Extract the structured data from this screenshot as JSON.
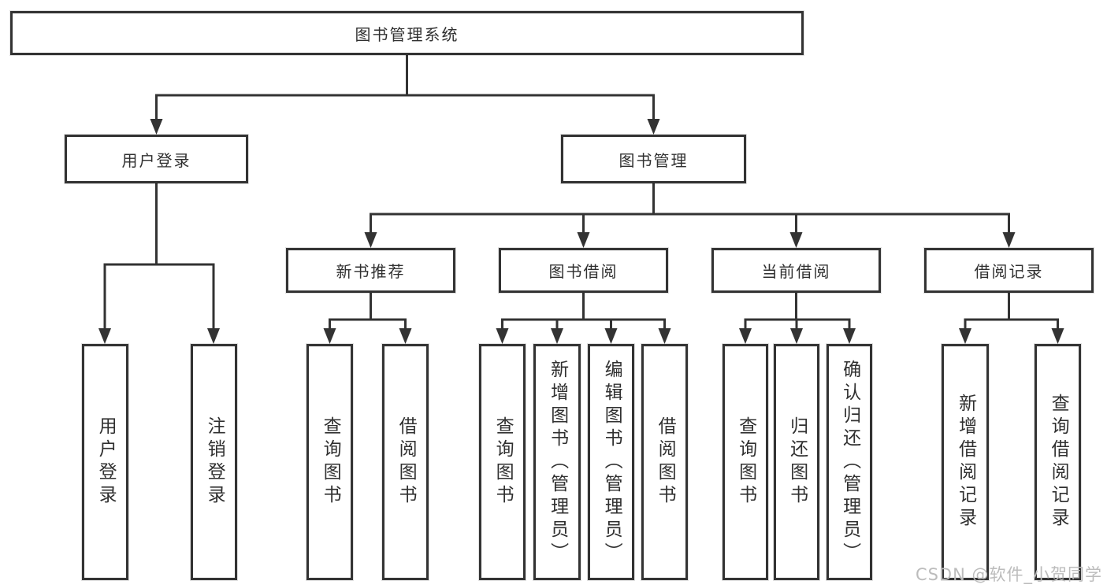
{
  "diagram": {
    "title": "图书管理系统",
    "watermark": "CSDN @软件_小贺同学",
    "colors": {
      "line": "#333333",
      "text": "#303030",
      "background": "#ffffff",
      "watermark": "#bcbcbc"
    },
    "nodes": {
      "root": {
        "label": "图书管理系统",
        "parent": null
      },
      "user-login": {
        "label": "用户登录",
        "parent": "root"
      },
      "book-management": {
        "label": "图书管理",
        "parent": "root"
      },
      "new-book-recommend": {
        "label": "新书推荐",
        "parent": "book-management"
      },
      "book-borrow": {
        "label": "图书借阅",
        "parent": "book-management"
      },
      "current-borrow": {
        "label": "当前借阅",
        "parent": "book-management"
      },
      "borrow-records": {
        "label": "借阅记录",
        "parent": "book-management"
      },
      "do-user-login": {
        "label": "用户登录",
        "parent": "user-login"
      },
      "logout": {
        "label": "注销登录",
        "parent": "user-login"
      },
      "query-book-recommend": {
        "label": "查询图书",
        "parent": "new-book-recommend"
      },
      "borrow-book-recommend": {
        "label": "借阅图书",
        "parent": "new-book-recommend"
      },
      "query-book-borrow": {
        "label": "查询图书",
        "parent": "book-borrow"
      },
      "add-book-admin": {
        "label": "新增图书（管理员）",
        "parent": "book-borrow"
      },
      "edit-book-admin": {
        "label": "编辑图书（管理员）",
        "parent": "book-borrow"
      },
      "borrow-book": {
        "label": "借阅图书",
        "parent": "book-borrow"
      },
      "query-book-current": {
        "label": "查询图书",
        "parent": "current-borrow"
      },
      "return-book": {
        "label": "归还图书",
        "parent": "current-borrow"
      },
      "confirm-return-admin": {
        "label": "确认归还（管理员）",
        "parent": "current-borrow"
      },
      "add-borrow-record": {
        "label": "新增借阅记录",
        "parent": "borrow-records"
      },
      "query-borrow-record": {
        "label": "查询借阅记录",
        "parent": "borrow-records"
      }
    }
  }
}
